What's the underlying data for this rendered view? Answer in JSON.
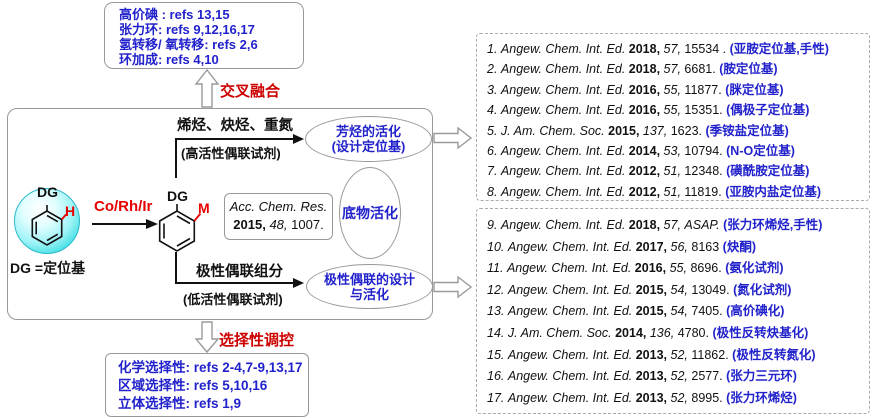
{
  "colors": {
    "blue": "#2222cc",
    "red": "#cc0000",
    "catalyst_red": "#e60000",
    "border_gray": "#999999",
    "sphere_cyan": "#12c9d4"
  },
  "top_box": {
    "lines": [
      "高价碘 : refs 13,15",
      "张力环: refs 9,12,16,17",
      "氢转移/ 氧转移: refs 2,6",
      "环加成: refs 4,10"
    ]
  },
  "labels": {
    "cross_fusion": "交叉融合",
    "selectivity": "选择性调控"
  },
  "scheme": {
    "substrate_dg": "DG",
    "substrate_h": "H",
    "dg_definition": "DG =定位基",
    "catalyst": "Co/Rh/Ir",
    "product_dg": "DG",
    "product_m": "M",
    "acc_ref": {
      "journal": "Acc. Chem. Res.",
      "year": "2015,",
      "volume": "48,",
      "page": "1007."
    },
    "top_branch": {
      "label": "烯烃、炔烃、重氮",
      "sub": "(高活性偶联试剂)"
    },
    "bottom_branch": {
      "label": "极性偶联组分",
      "sub": "(低活性偶联试剂)"
    },
    "ellipse_top": {
      "line1": "芳烃的活化",
      "line2": "(设计定位基)"
    },
    "ellipse_mid": {
      "line1": "底物活化"
    },
    "ellipse_bottom": {
      "line1": "极性偶联的设计",
      "line2": "与活化"
    }
  },
  "bottom_box": {
    "lines": [
      "化学选择性: refs 2-4,7-9,13,17",
      "区域选择性: refs 5,10,16",
      "立体选择性: refs 1,9"
    ]
  },
  "references_top": [
    {
      "n": "1.",
      "j": "Angew. Chem. Int. Ed.",
      "y": "2018,",
      "v": "57,",
      "p": "15534 .",
      "t": "(亚胺定位基,手性)"
    },
    {
      "n": "2.",
      "j": "Angew. Chem. Int. Ed.",
      "y": "2018,",
      "v": "57,",
      "p": "6681.",
      "t": "(胺定位基)"
    },
    {
      "n": "3.",
      "j": "Angew. Chem. Int. Ed.",
      "y": "2016,",
      "v": "55,",
      "p": "11877.",
      "t": "(脒定位基)"
    },
    {
      "n": "4.",
      "j": "Angew. Chem. Int. Ed.",
      "y": "2016,",
      "v": "55,",
      "p": "15351.",
      "t": "(偶极子定位基)"
    },
    {
      "n": "5.",
      "j": "J. Am. Chem. Soc.",
      "y": "2015,",
      "v": "137,",
      "p": "1623.",
      "t": "(季铵盐定位基)"
    },
    {
      "n": "6.",
      "j": "Angew. Chem. Int. Ed.",
      "y": "2014,",
      "v": "53,",
      "p": "10794.",
      "t": "(N-O定位基)"
    },
    {
      "n": "7.",
      "j": "Angew. Chem. Int. Ed.",
      "y": "2012,",
      "v": "51,",
      "p": "12348.",
      "t": "(磺酰胺定位基)"
    },
    {
      "n": "8.",
      "j": "Angew. Chem. Int. Ed.",
      "y": "2012,",
      "v": "51,",
      "p": "11819.",
      "t": "(亚胺内盐定位基)"
    }
  ],
  "references_bottom": [
    {
      "n": "9.",
      "j": "Angew. Chem. Int. Ed.",
      "y": "2018,",
      "v": "57,",
      "p": "ASAP.",
      "t": "(张力环烯烃,手性)"
    },
    {
      "n": "10.",
      "j": "Angew. Chem. Int. Ed.",
      "y": "2017,",
      "v": "56,",
      "p": "8163",
      "t": "(炔酮)"
    },
    {
      "n": "11.",
      "j": "Angew. Chem. Int. Ed.",
      "y": "2016,",
      "v": "55,",
      "p": "8696.",
      "t": "(氨化试剂)"
    },
    {
      "n": "12.",
      "j": "Angew. Chem. Int. Ed.",
      "y": "2015,",
      "v": "54,",
      "p": "13049.",
      "t": "(氮化试剂)"
    },
    {
      "n": "13.",
      "j": "Angew. Chem. Int. Ed.",
      "y": "2015,",
      "v": "54,",
      "p": "7405.",
      "t": "(高价碘化)"
    },
    {
      "n": "14.",
      "j": "J. Am. Chem. Soc.",
      "y": "2014,",
      "v": "136,",
      "p": "4780.",
      "t": "(极性反转炔基化)"
    },
    {
      "n": "15.",
      "j": "Angew. Chem. Int. Ed.",
      "y": "2013,",
      "v": "52,",
      "p": "11862.",
      "t": "(极性反转氮化)"
    },
    {
      "n": "16.",
      "j": "Angew. Chem. Int. Ed.",
      "y": "2013,",
      "v": "52,",
      "p": "2577.",
      "t": "(张力三元环)"
    },
    {
      "n": "17.",
      "j": "Angew. Chem. Int. Ed.",
      "y": "2013,",
      "v": "52,",
      "p": "8995.",
      "t": "(张力环烯烃)"
    }
  ]
}
